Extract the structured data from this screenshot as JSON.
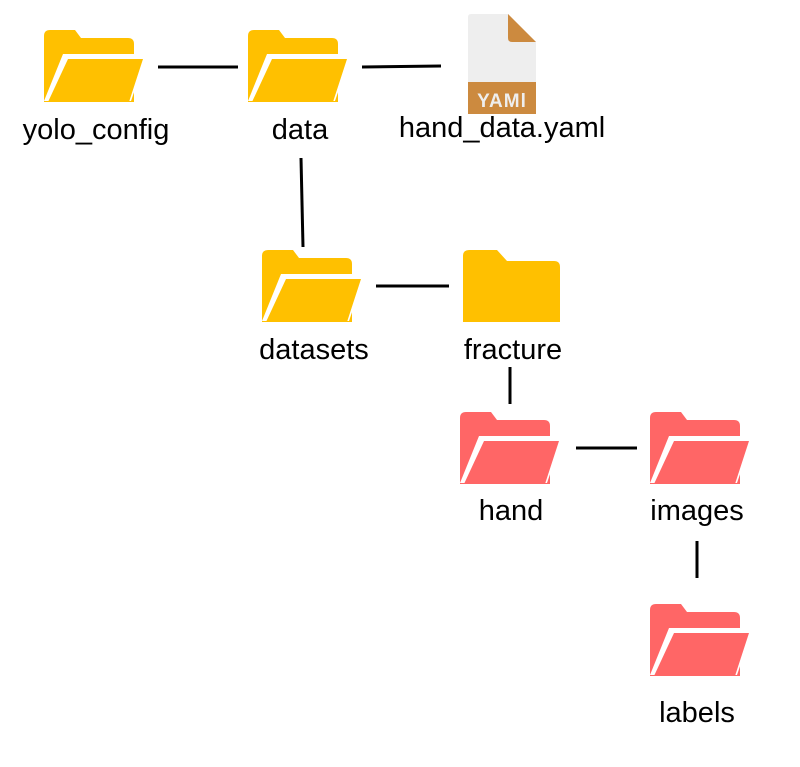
{
  "colors": {
    "folder_yellow": "#FFC000",
    "folder_red": "#FF6666",
    "connector": "#000000",
    "file_page": "#EEEEEE",
    "file_accent": "#CC8A3F"
  },
  "nodes": {
    "yolo_config": {
      "label": "yolo_config",
      "icon": "open-folder-icon",
      "color": "yellow"
    },
    "data": {
      "label": "data",
      "icon": "open-folder-icon",
      "color": "yellow"
    },
    "hand_data_yaml": {
      "label": "hand_data.yaml",
      "icon": "yaml-file-icon",
      "badge": "YAMl"
    },
    "datasets": {
      "label": "datasets",
      "icon": "open-folder-icon",
      "color": "yellow"
    },
    "fracture": {
      "label": "fracture",
      "icon": "closed-folder-icon",
      "color": "yellow"
    },
    "hand": {
      "label": "hand",
      "icon": "open-folder-icon",
      "color": "red"
    },
    "images": {
      "label": "images",
      "icon": "open-folder-icon",
      "color": "red"
    },
    "labels": {
      "label": "labels",
      "icon": "open-folder-icon",
      "color": "red"
    }
  }
}
